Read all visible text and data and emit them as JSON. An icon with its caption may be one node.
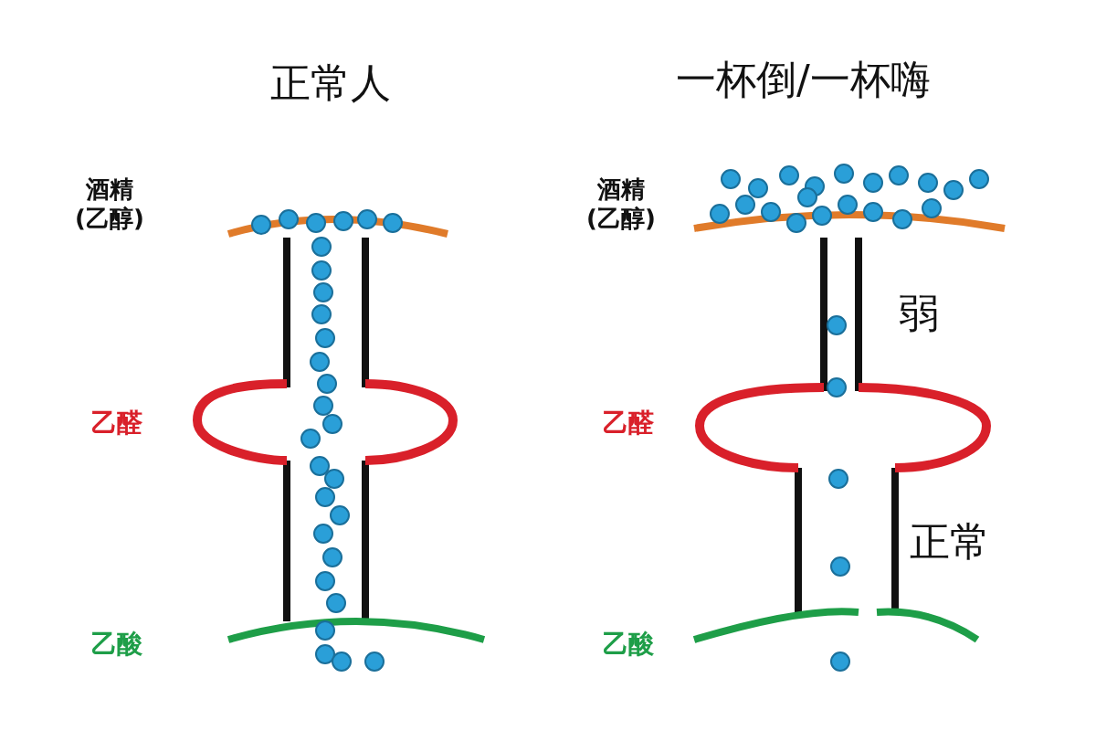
{
  "diagram": {
    "labels": [
      "正常人",
      "一杯倒/一杯嗨",
      "酒精(乙醇)",
      "酒精(乙醇)",
      "弱",
      "乙醛",
      "乙醛",
      "正常",
      "乙酸",
      "乙酸"
    ]
  }
}
